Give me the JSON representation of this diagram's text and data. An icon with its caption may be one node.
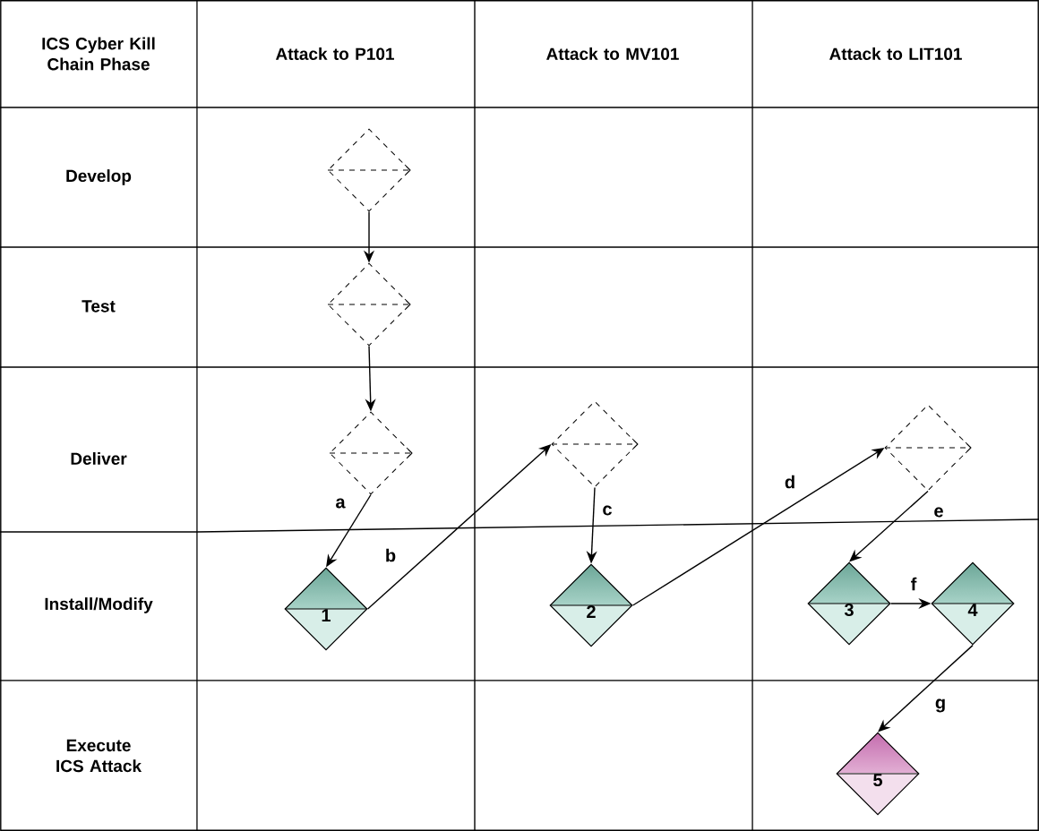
{
  "diagram": {
    "nodes": [
      {
        "text": [],
        "shape": "diamond"
      },
      {
        "text": [],
        "shape": "diamond"
      },
      {
        "text": [],
        "shape": "diamond"
      },
      {
        "text": [],
        "shape": "diamond"
      },
      {
        "text": [],
        "shape": "diamond"
      },
      {
        "text": [
          "1"
        ]
      },
      {
        "text": [
          "2"
        ]
      },
      {
        "text": [
          "3"
        ]
      },
      {
        "text": [
          "4"
        ]
      },
      {
        "text": [
          "5"
        ]
      }
    ],
    "edges": [
      {
        "from": 0,
        "to": 1,
        "arrow": "to"
      },
      {
        "from": 1,
        "to": 2,
        "arrow": "to"
      },
      {
        "from": 2,
        "to": 5,
        "arrow": "to",
        "label": "a"
      },
      {
        "from": 5,
        "to": 3,
        "arrow": "to",
        "label": "b"
      },
      {
        "from": 3,
        "to": 6,
        "arrow": "to",
        "label": "c"
      },
      {
        "from": 6,
        "to": 4,
        "arrow": "to",
        "label": "d"
      },
      {
        "from": 4,
        "to": 7,
        "arrow": "to",
        "label": "e"
      },
      {
        "from": 7,
        "to": 8,
        "arrow": "to",
        "label": "f"
      },
      {
        "from": 8,
        "to": 9,
        "arrow": "to",
        "label": "g"
      }
    ],
    "labels": [
      "ICS Cyber Kill Chain Phase",
      "Attack to P101",
      "Attack to MV101",
      "Attack to LIT101",
      "Develop",
      "Test",
      "Deliver",
      "Install/Modify",
      "Execute ICS Attack"
    ]
  }
}
